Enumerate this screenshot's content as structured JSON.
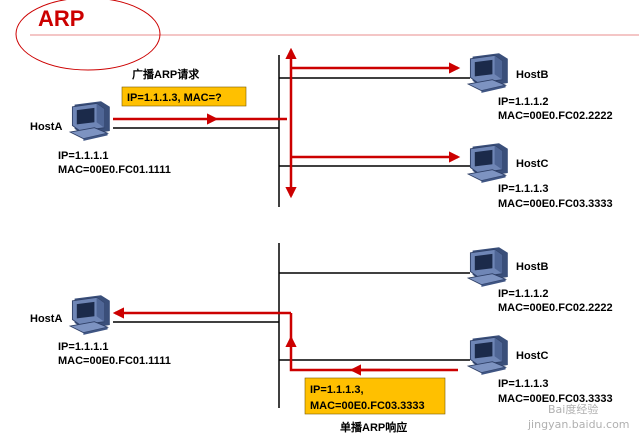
{
  "title": "ARP",
  "colors": {
    "title": "#cc0000",
    "arrow": "#cc0000",
    "line": "#000000",
    "label_box": "#ffc000",
    "header_rule": "#cc0000"
  },
  "request_panel": {
    "caption": "广播ARP请求",
    "packet_label": "IP=1.1.1.3, MAC=?",
    "hosts": [
      {
        "name": "HostA",
        "ip": "IP=1.1.1.1",
        "mac": "MAC=00E0.FC01.1111",
        "icon": "computer-icon"
      },
      {
        "name": "HostB",
        "ip": "IP=1.1.1.2",
        "mac": "MAC=00E0.FC02.2222",
        "icon": "computer-icon"
      },
      {
        "name": "HostC",
        "ip": "IP=1.1.1.3",
        "mac": "MAC=00E0.FC03.3333",
        "icon": "computer-icon"
      }
    ]
  },
  "reply_panel": {
    "caption": "单播ARP响应",
    "packet_label_line1": "IP=1.1.1.3,",
    "packet_label_line2": "MAC=00E0.FC03.3333",
    "hosts": [
      {
        "name": "HostA",
        "ip": "IP=1.1.1.1",
        "mac": "MAC=00E0.FC01.1111",
        "icon": "computer-icon"
      },
      {
        "name": "HostB",
        "ip": "IP=1.1.1.2",
        "mac": "MAC=00E0.FC02.2222",
        "icon": "computer-icon"
      },
      {
        "name": "HostC",
        "ip": "IP=1.1.1.3",
        "mac": "MAC=00E0.FC03.3333",
        "icon": "computer-icon"
      }
    ]
  },
  "watermark": {
    "line1": "Bai度经验",
    "line2": "jingyan.baidu.com"
  }
}
